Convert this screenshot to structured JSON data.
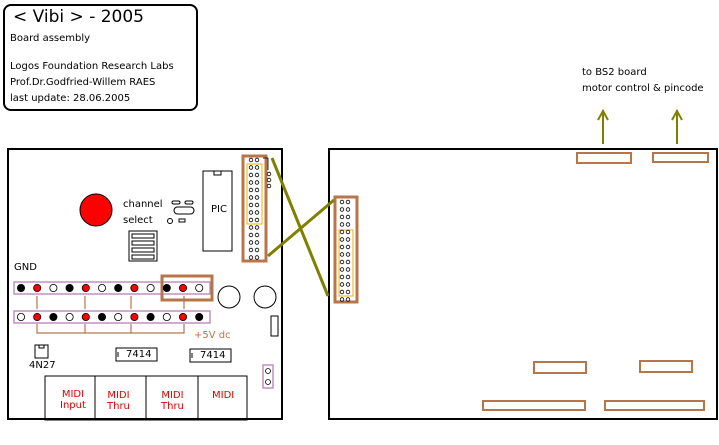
{
  "title_box": {
    "title": "< Vibi > - 2005",
    "subtitle": "Board  assembly",
    "org": "Logos Foundation Research Labs",
    "author": "Prof.Dr.Godfried-Willem RAES",
    "last_update": "last update:  28.06.2005"
  },
  "right_annotation": {
    "line1": "to BS2 board",
    "line2": "motor control & pincode"
  },
  "left_board": {
    "channel_label_1": "channel",
    "channel_label_2": "select",
    "pic_label": "PIC",
    "gnd_label": "GND",
    "power_label": "+5V dc",
    "optocoupler_label": "4N27",
    "ic1_label": "7414",
    "ic2_label": "7414",
    "midi_ports": [
      {
        "line1": "MIDI",
        "line2": "Input"
      },
      {
        "line1": "MIDI",
        "line2": "Thru"
      },
      {
        "line1": "MIDI",
        "line2": "Thru"
      },
      {
        "line1": "MIDI",
        "line2": ""
      }
    ],
    "top_row_pins": [
      "black",
      "red",
      "white",
      "black",
      "red",
      "white",
      "black",
      "red",
      "white",
      "black",
      "red",
      "white"
    ],
    "bottom_row_pins": [
      "white",
      "red",
      "black",
      "white",
      "red",
      "black",
      "white",
      "red",
      "black",
      "white",
      "red",
      "black"
    ]
  },
  "colors": {
    "connector": "#b8754a",
    "wire": "#808000",
    "accent_red": "#e00000",
    "highlight": "#f0b000",
    "pin_strip": "#c090c0"
  }
}
